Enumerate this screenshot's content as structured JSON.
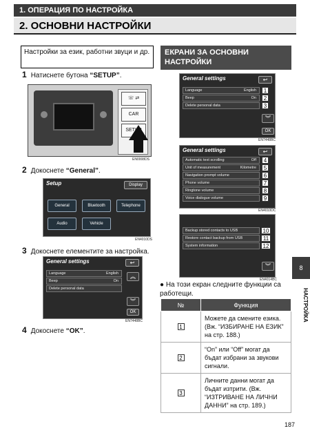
{
  "header": {
    "section": "1. ОПЕРАЦИЯ ПО НАСТРОЙКА",
    "title": "2. ОСНОВНИ НАСТРОЙКИ"
  },
  "intro": "Настройки за език, работни звуци и др.",
  "steps": {
    "s1": {
      "num": "1",
      "text_before": "Натиснете бутона ",
      "key": "“SETUP”",
      "text_after": "."
    },
    "s2": {
      "num": "2",
      "text_before": "Докоснете ",
      "key": "“General”",
      "text_after": "."
    },
    "s3": {
      "num": "3",
      "text": "Докоснете елементите за настройка."
    },
    "s4": {
      "num": "4",
      "text_before": "Докоснете ",
      "key": "“OK”",
      "text_after": "."
    }
  },
  "photo": {
    "buttons": [
      "CAR",
      "SETUP"
    ],
    "code": "EN0008DS"
  },
  "setup_screen": {
    "title": "Setup",
    "display_btn": "Display",
    "tiles": [
      "General",
      "Bluetooth",
      "Telephone",
      "Audio",
      "Vehicle"
    ],
    "code": "EN4010DS"
  },
  "general_small": {
    "title": "General settings",
    "rows": [
      {
        "label": "Language",
        "value": "English"
      },
      {
        "label": "Beep",
        "value": "On"
      },
      {
        "label": "Delete personal data",
        "value": ""
      }
    ],
    "ok": "OK",
    "code": "EN7448BC"
  },
  "right_heading": "ЕКРАНИ ЗА ОСНОВНИ НАСТРОЙКИ",
  "scr_a": {
    "title": "General settings",
    "rows": [
      {
        "label": "Language",
        "value": "English",
        "n": "1"
      },
      {
        "label": "Beep",
        "value": "On",
        "n": "2"
      },
      {
        "label": "Delete personal data",
        "value": "",
        "n": "3"
      }
    ],
    "ok": "OK",
    "code": "EN7448BC"
  },
  "scr_b": {
    "title": "General settings",
    "rows": [
      {
        "label": "Automatic text scrolling",
        "value": "Off",
        "n": "4"
      },
      {
        "label": "Unit of measurement",
        "value": "Kilometre",
        "n": "5"
      },
      {
        "label": "Navigation prompt volume",
        "value": "",
        "n": "6"
      },
      {
        "label": "Phone volume",
        "value": "",
        "n": "7"
      },
      {
        "label": "Ringtone volume",
        "value": "",
        "n": "8"
      },
      {
        "label": "Voice dialogue volume",
        "value": "",
        "n": "9"
      }
    ],
    "code": "EN4010DC"
  },
  "scr_c": {
    "rows": [
      {
        "label": "Backup stored contacts to USB",
        "value": "",
        "n": "10"
      },
      {
        "label": "Restore contact backup from USB",
        "value": "",
        "n": "11"
      },
      {
        "label": "System information",
        "value": "",
        "n": "12"
      }
    ],
    "code": "EN4014BC"
  },
  "bullet": "На този екран следните функции са работещи.",
  "table": {
    "headers": [
      "№",
      "Функция"
    ],
    "rows": [
      {
        "n": "1",
        "text": "Можете да смените езика. (Вж. “ИЗБИРАНЕ НА ЕЗИК” на стр. 188.)"
      },
      {
        "n": "2",
        "text": "“On” или “Off” могат да бъдат избрани за звукови сигнали."
      },
      {
        "n": "3",
        "text": "Личните данни могат да бъдат изтрити. (Вж. “ИЗТРИВАНЕ НА ЛИЧНИ ДАННИ” на стр. 189.)"
      }
    ]
  },
  "side": {
    "tab": "8",
    "label": "НАСТРОЙКА"
  },
  "page": "187"
}
